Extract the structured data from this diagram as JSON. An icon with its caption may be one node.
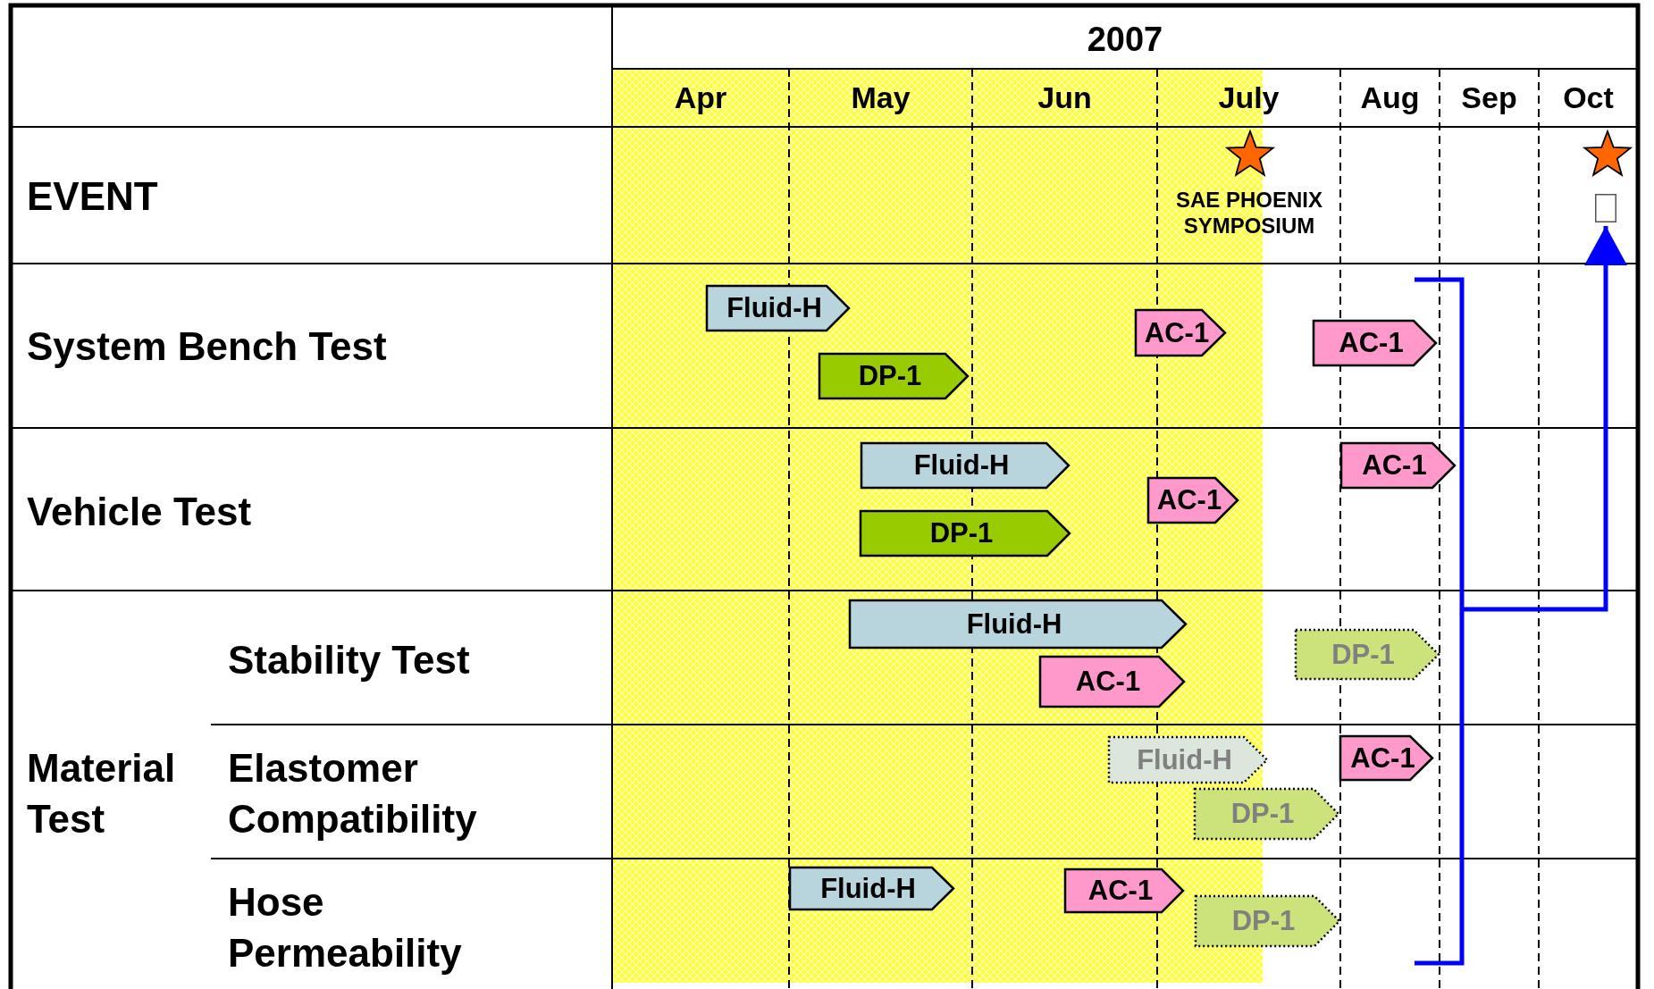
{
  "diagram": {
    "nodes": [
      {
        "text": [
          "Fluid-H"
        ]
      },
      {
        "text": [
          "AC-1"
        ]
      },
      {
        "text": [
          "AC-1"
        ]
      },
      {
        "text": [
          "DP-1"
        ]
      },
      {
        "text": [
          "Fluid-H"
        ]
      },
      {
        "text": [
          "AC-1"
        ]
      },
      {
        "text": [
          "AC-1"
        ]
      },
      {
        "text": [
          "DP-1"
        ]
      },
      {
        "text": [
          "Fluid-H"
        ]
      },
      {
        "text": [
          "DP-1"
        ]
      },
      {
        "text": [
          "AC-1"
        ]
      },
      {
        "text": [
          "Fluid-H"
        ]
      },
      {
        "text": [
          "AC-1"
        ]
      },
      {
        "text": [
          "DP-1"
        ]
      },
      {
        "text": [
          "Fluid-H"
        ]
      },
      {
        "text": [
          "AC-1"
        ]
      },
      {
        "text": [
          "DP-1"
        ]
      },
      {
        "text": [],
        "shape": "box"
      }
    ],
    "edges": [
      {
        "from": null,
        "to": 17,
        "arrow": "to"
      }
    ],
    "labels": [
      "2007",
      "Apr",
      "May",
      "Jun",
      "July",
      "Aug",
      "Sep",
      "Oct",
      "EVENT",
      "SAE PHOENIX SYMPOSIUM",
      "System Bench Test",
      "Vehicle Test",
      "Material Test",
      "Stability Test",
      "Elastomer Compatibility",
      "Hose Permeability"
    ]
  }
}
